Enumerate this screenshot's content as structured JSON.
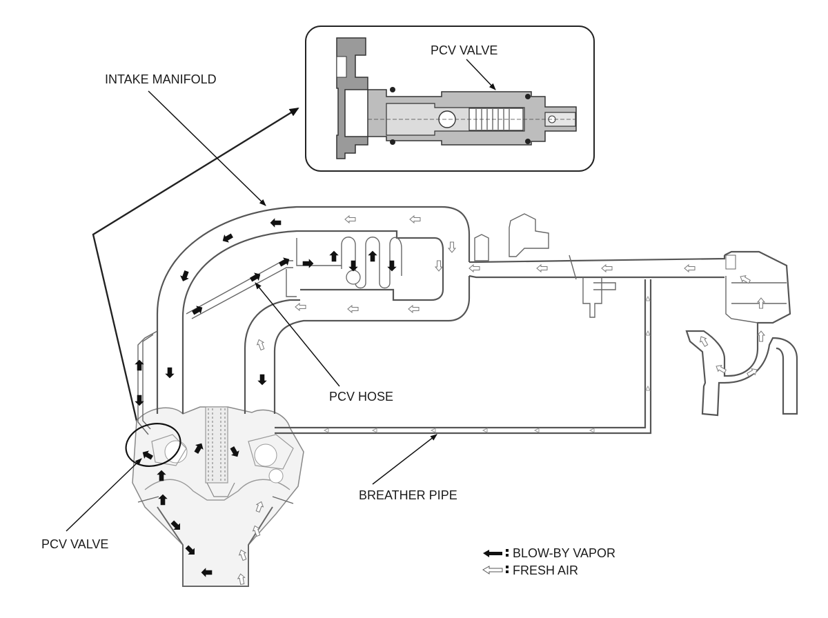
{
  "labels": {
    "pcv_valve_detail": "PCV VALVE",
    "intake_manifold": "INTAKE MANIFOLD",
    "pcv_hose": "PCV HOSE",
    "breather_pipe": "BREATHER PIPE",
    "pcv_valve_engine": "PCV VALVE"
  },
  "legend": {
    "blow_by": "BLOW-BY VAPOR",
    "fresh_air": "FRESH AIR"
  },
  "icons": {
    "blow_by_arrow": "filled-arrow-icon",
    "fresh_air_arrow": "outline-arrow-icon"
  },
  "colors": {
    "line": "#555555",
    "blow_by_fill": "#111111",
    "fresh_air_fill": "#ffffff"
  }
}
